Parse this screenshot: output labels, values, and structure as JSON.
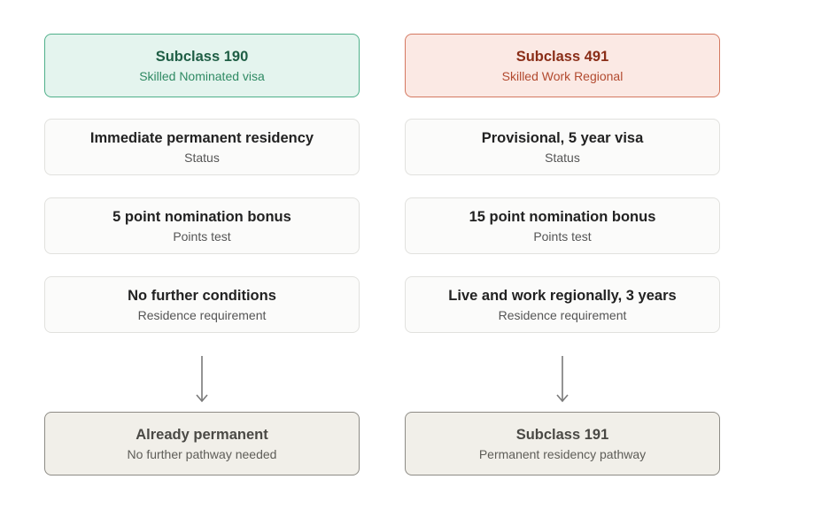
{
  "left": {
    "header": {
      "title": "Subclass 190",
      "subtitle": "Skilled Nominated visa",
      "color": "#4fb08a"
    },
    "rows": [
      {
        "value": "Immediate permanent residency",
        "label": "Status"
      },
      {
        "value": "5 point nomination bonus",
        "label": "Points test"
      },
      {
        "value": "No further conditions",
        "label": "Residence requirement"
      }
    ],
    "outcome": {
      "title": "Already permanent",
      "subtitle": "No further pathway needed"
    }
  },
  "right": {
    "header": {
      "title": "Subclass 491",
      "subtitle": "Skilled Work Regional",
      "color": "#d47860"
    },
    "rows": [
      {
        "value": "Provisional, 5 year visa",
        "label": "Status"
      },
      {
        "value": "15 point nomination bonus",
        "label": "Points test"
      },
      {
        "value": "Live and work regionally, 3 years",
        "label": "Residence requirement"
      }
    ],
    "outcome": {
      "title": "Subclass 191",
      "subtitle": "Permanent residency pathway"
    }
  },
  "arrow_icon": "arrow-down-icon"
}
